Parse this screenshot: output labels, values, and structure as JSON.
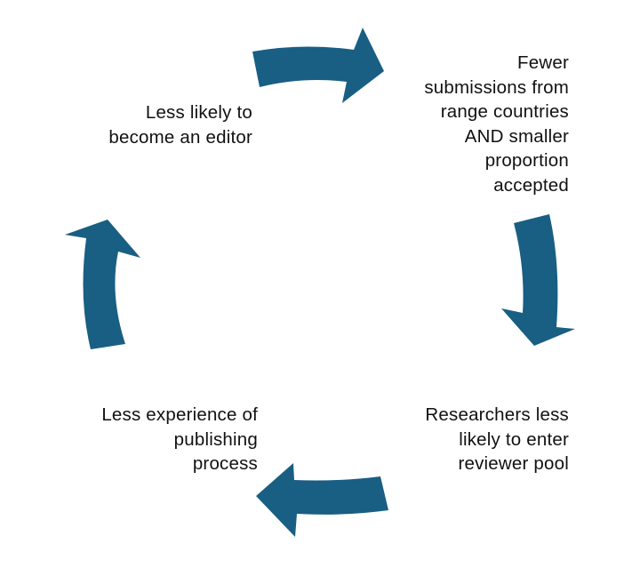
{
  "diagram": {
    "accent_color": "#195e83",
    "nodes": [
      {
        "id": "top-right",
        "text": "Fewer\nsubmissions from\nrange countries\nAND smaller\nproportion\naccepted"
      },
      {
        "id": "bottom-right",
        "text": "Researchers less\nlikely to enter\nreviewer pool"
      },
      {
        "id": "bottom-left",
        "text": "Less experience of\npublishing\nprocess"
      },
      {
        "id": "top-left",
        "text": "Less likely to\nbecome an editor"
      }
    ],
    "arrows": [
      {
        "from": "top-left",
        "to": "top-right",
        "direction": "right"
      },
      {
        "from": "top-right",
        "to": "bottom-right",
        "direction": "down"
      },
      {
        "from": "bottom-right",
        "to": "bottom-left",
        "direction": "left"
      },
      {
        "from": "bottom-left",
        "to": "top-left",
        "direction": "up"
      }
    ]
  }
}
